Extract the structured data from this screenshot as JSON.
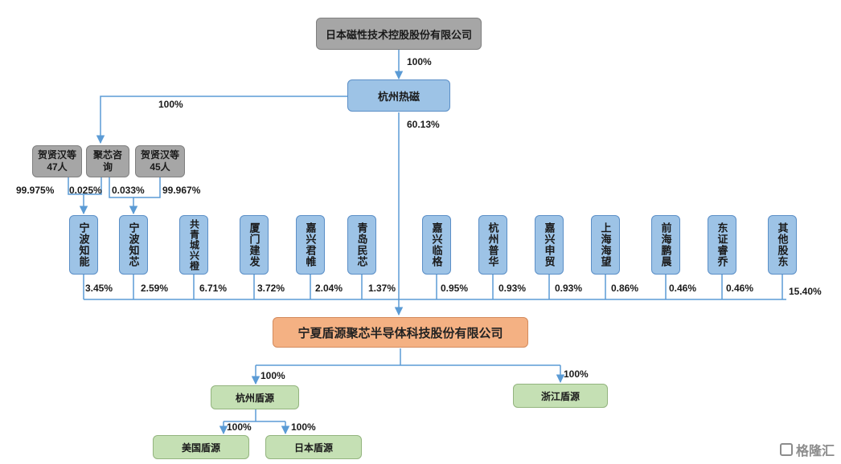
{
  "top_company": "日本磁性技术控股股份有限公司",
  "hangzhou_rec": "杭州热磁",
  "julian": "聚芯咨询",
  "he47": "贺贤汉等47人",
  "he45": "贺贤汉等45人",
  "main_company": "宁夏盾源聚芯半导体科技股份有限公司",
  "percents": {
    "top_to_hz": "100%",
    "hz_to_julian": "100%",
    "hz_to_main": "60.13%",
    "he47_to_nb": "99.975%",
    "julian_to_nb": "0.025%",
    "julian_to_nbx": "0.033%",
    "he45_to_nbx": "99.967%",
    "main_to_hzdy": "100%",
    "main_to_zj": "100%",
    "hzdy_to_us": "100%",
    "hzdy_to_jp": "100%"
  },
  "shareholders": [
    {
      "name": "宁波知能",
      "pct": "3.45%"
    },
    {
      "name": "宁波知芯",
      "pct": "2.59%"
    },
    {
      "name": "共青城兴橙",
      "pct": "6.71%"
    },
    {
      "name": "厦门建发",
      "pct": "3.72%"
    },
    {
      "name": "嘉兴君帷",
      "pct": "2.04%"
    },
    {
      "name": "青岛民芯",
      "pct": "1.37%"
    },
    {
      "name": "嘉兴临格",
      "pct": "0.95%"
    },
    {
      "name": "杭州普华",
      "pct": "0.93%"
    },
    {
      "name": "嘉兴申贸",
      "pct": "0.93%"
    },
    {
      "name": "上海海望",
      "pct": "0.86%"
    },
    {
      "name": "前海鹏晨",
      "pct": "0.46%"
    },
    {
      "name": "东证睿乔",
      "pct": "0.46%"
    },
    {
      "name": "其他股东",
      "pct": "15.40%"
    }
  ],
  "subs": {
    "hzdy": "杭州盾源",
    "zjdy": "浙江盾源",
    "usdy": "美国盾源",
    "jpdy": "日本盾源"
  },
  "watermark": "格隆汇",
  "colors": {
    "grey": "#a6a6a6",
    "blue": "#9dc3e6",
    "orange": "#f4b183",
    "green": "#c5e0b4",
    "line": "#5b9bd5"
  }
}
